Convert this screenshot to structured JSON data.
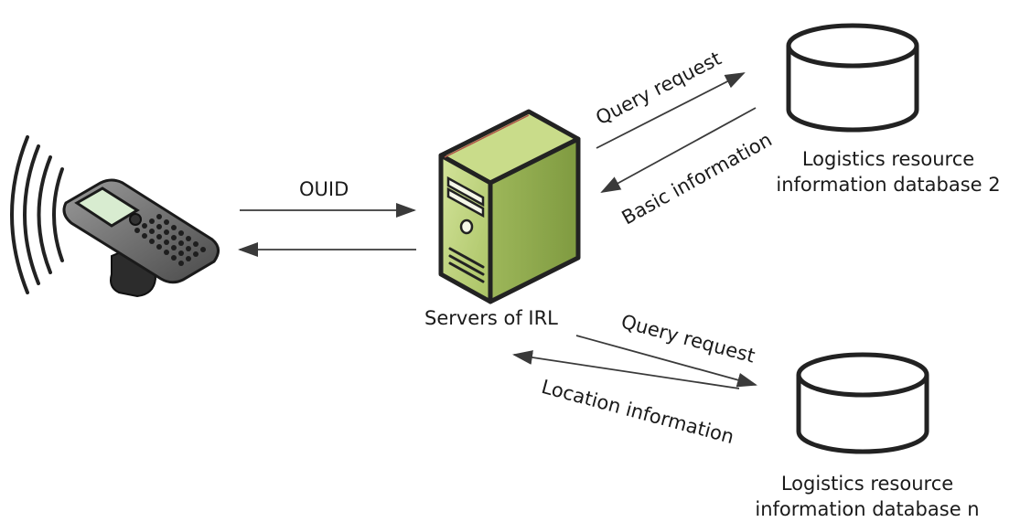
{
  "labels": {
    "ouid": "OUID",
    "server": "Servers of IRL",
    "query_request_1": "Query request",
    "basic_information": "Basic information",
    "query_request_2": "Query request",
    "location_information": "Location information",
    "db2_line1": "Logistics resource",
    "db2_line2": "information database 2",
    "dbn_line1": "Logistics resource",
    "dbn_line2": "information database n"
  },
  "icons": {
    "scanner": "handheld-rfid-scanner-icon",
    "server": "server-tower-icon",
    "database": "database-cylinder-icon"
  },
  "colors": {
    "line": "#3a3a3a",
    "server_body": "#b7cf73",
    "server_side": "#96b054",
    "outline": "#2a2a2a"
  }
}
